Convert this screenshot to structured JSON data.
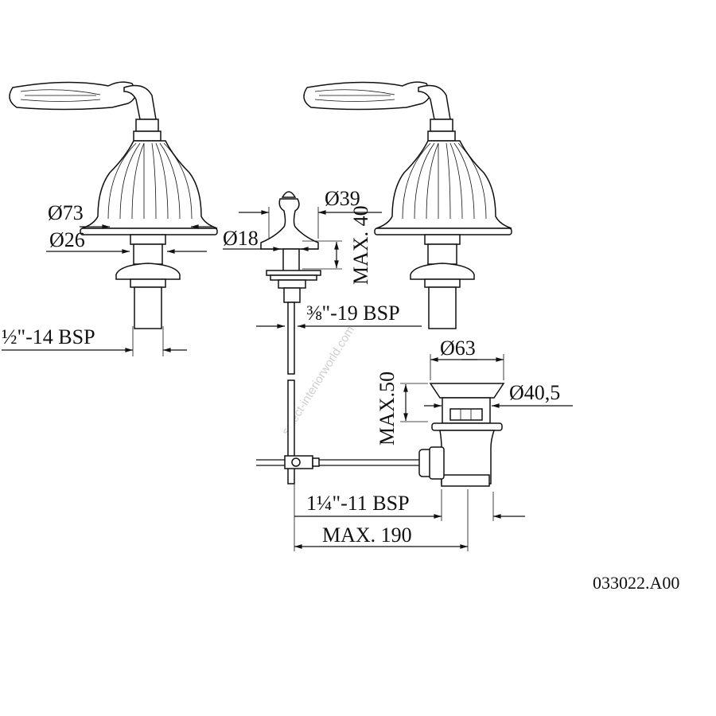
{
  "drawing": {
    "code": "033022.A00",
    "watermark": "select-interiorworld.com",
    "dimensions": {
      "handle_diameter": "Ø73",
      "handle_base_diameter": "Ø26",
      "valve_top_diameter": "Ø39",
      "valve_stem_diameter": "Ø18",
      "valve_max_height": "MAX. 40",
      "valve_thread": "⅜\"-19 BSP",
      "faucet_thread": "½\"-14 BSP",
      "drain_flange_diameter": "Ø63",
      "drain_body_diameter": "Ø40,5",
      "drain_max_height": "MAX.50",
      "drain_thread": "1¼\"-11 BSP",
      "max_length": "MAX. 190"
    }
  }
}
